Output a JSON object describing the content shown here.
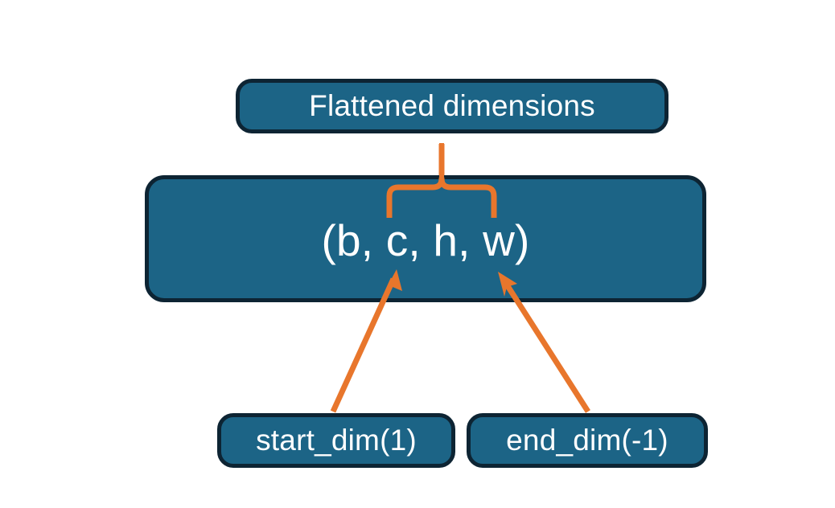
{
  "diagram": {
    "title_node": {
      "label": "Flattened dimensions",
      "name": "flattened-dimensions-box"
    },
    "shape_node": {
      "label": "(b, c, h, w)",
      "name": "tensor-shape-box"
    },
    "start_node": {
      "label": "start_dim(1)",
      "name": "start-dim-box"
    },
    "end_node": {
      "label": "end_dim(-1)",
      "name": "end-dim-box"
    },
    "connectors": {
      "brace": {
        "name": "curly-brace-connector",
        "from": "tensor-shape-box",
        "to": "flattened-dimensions-box",
        "covers": "c, h, w"
      },
      "arrow_start": {
        "name": "start-dim-arrow",
        "from": "start-dim-box",
        "to": "tensor-shape-box",
        "points_at": "c"
      },
      "arrow_end": {
        "name": "end-dim-arrow",
        "from": "end-dim-box",
        "to": "tensor-shape-box",
        "points_at": "w"
      }
    },
    "colors": {
      "box_fill": "#1c6486",
      "box_border": "#0d2433",
      "text": "#ffffff",
      "accent": "#e8762c",
      "background": "#ffffff"
    }
  }
}
